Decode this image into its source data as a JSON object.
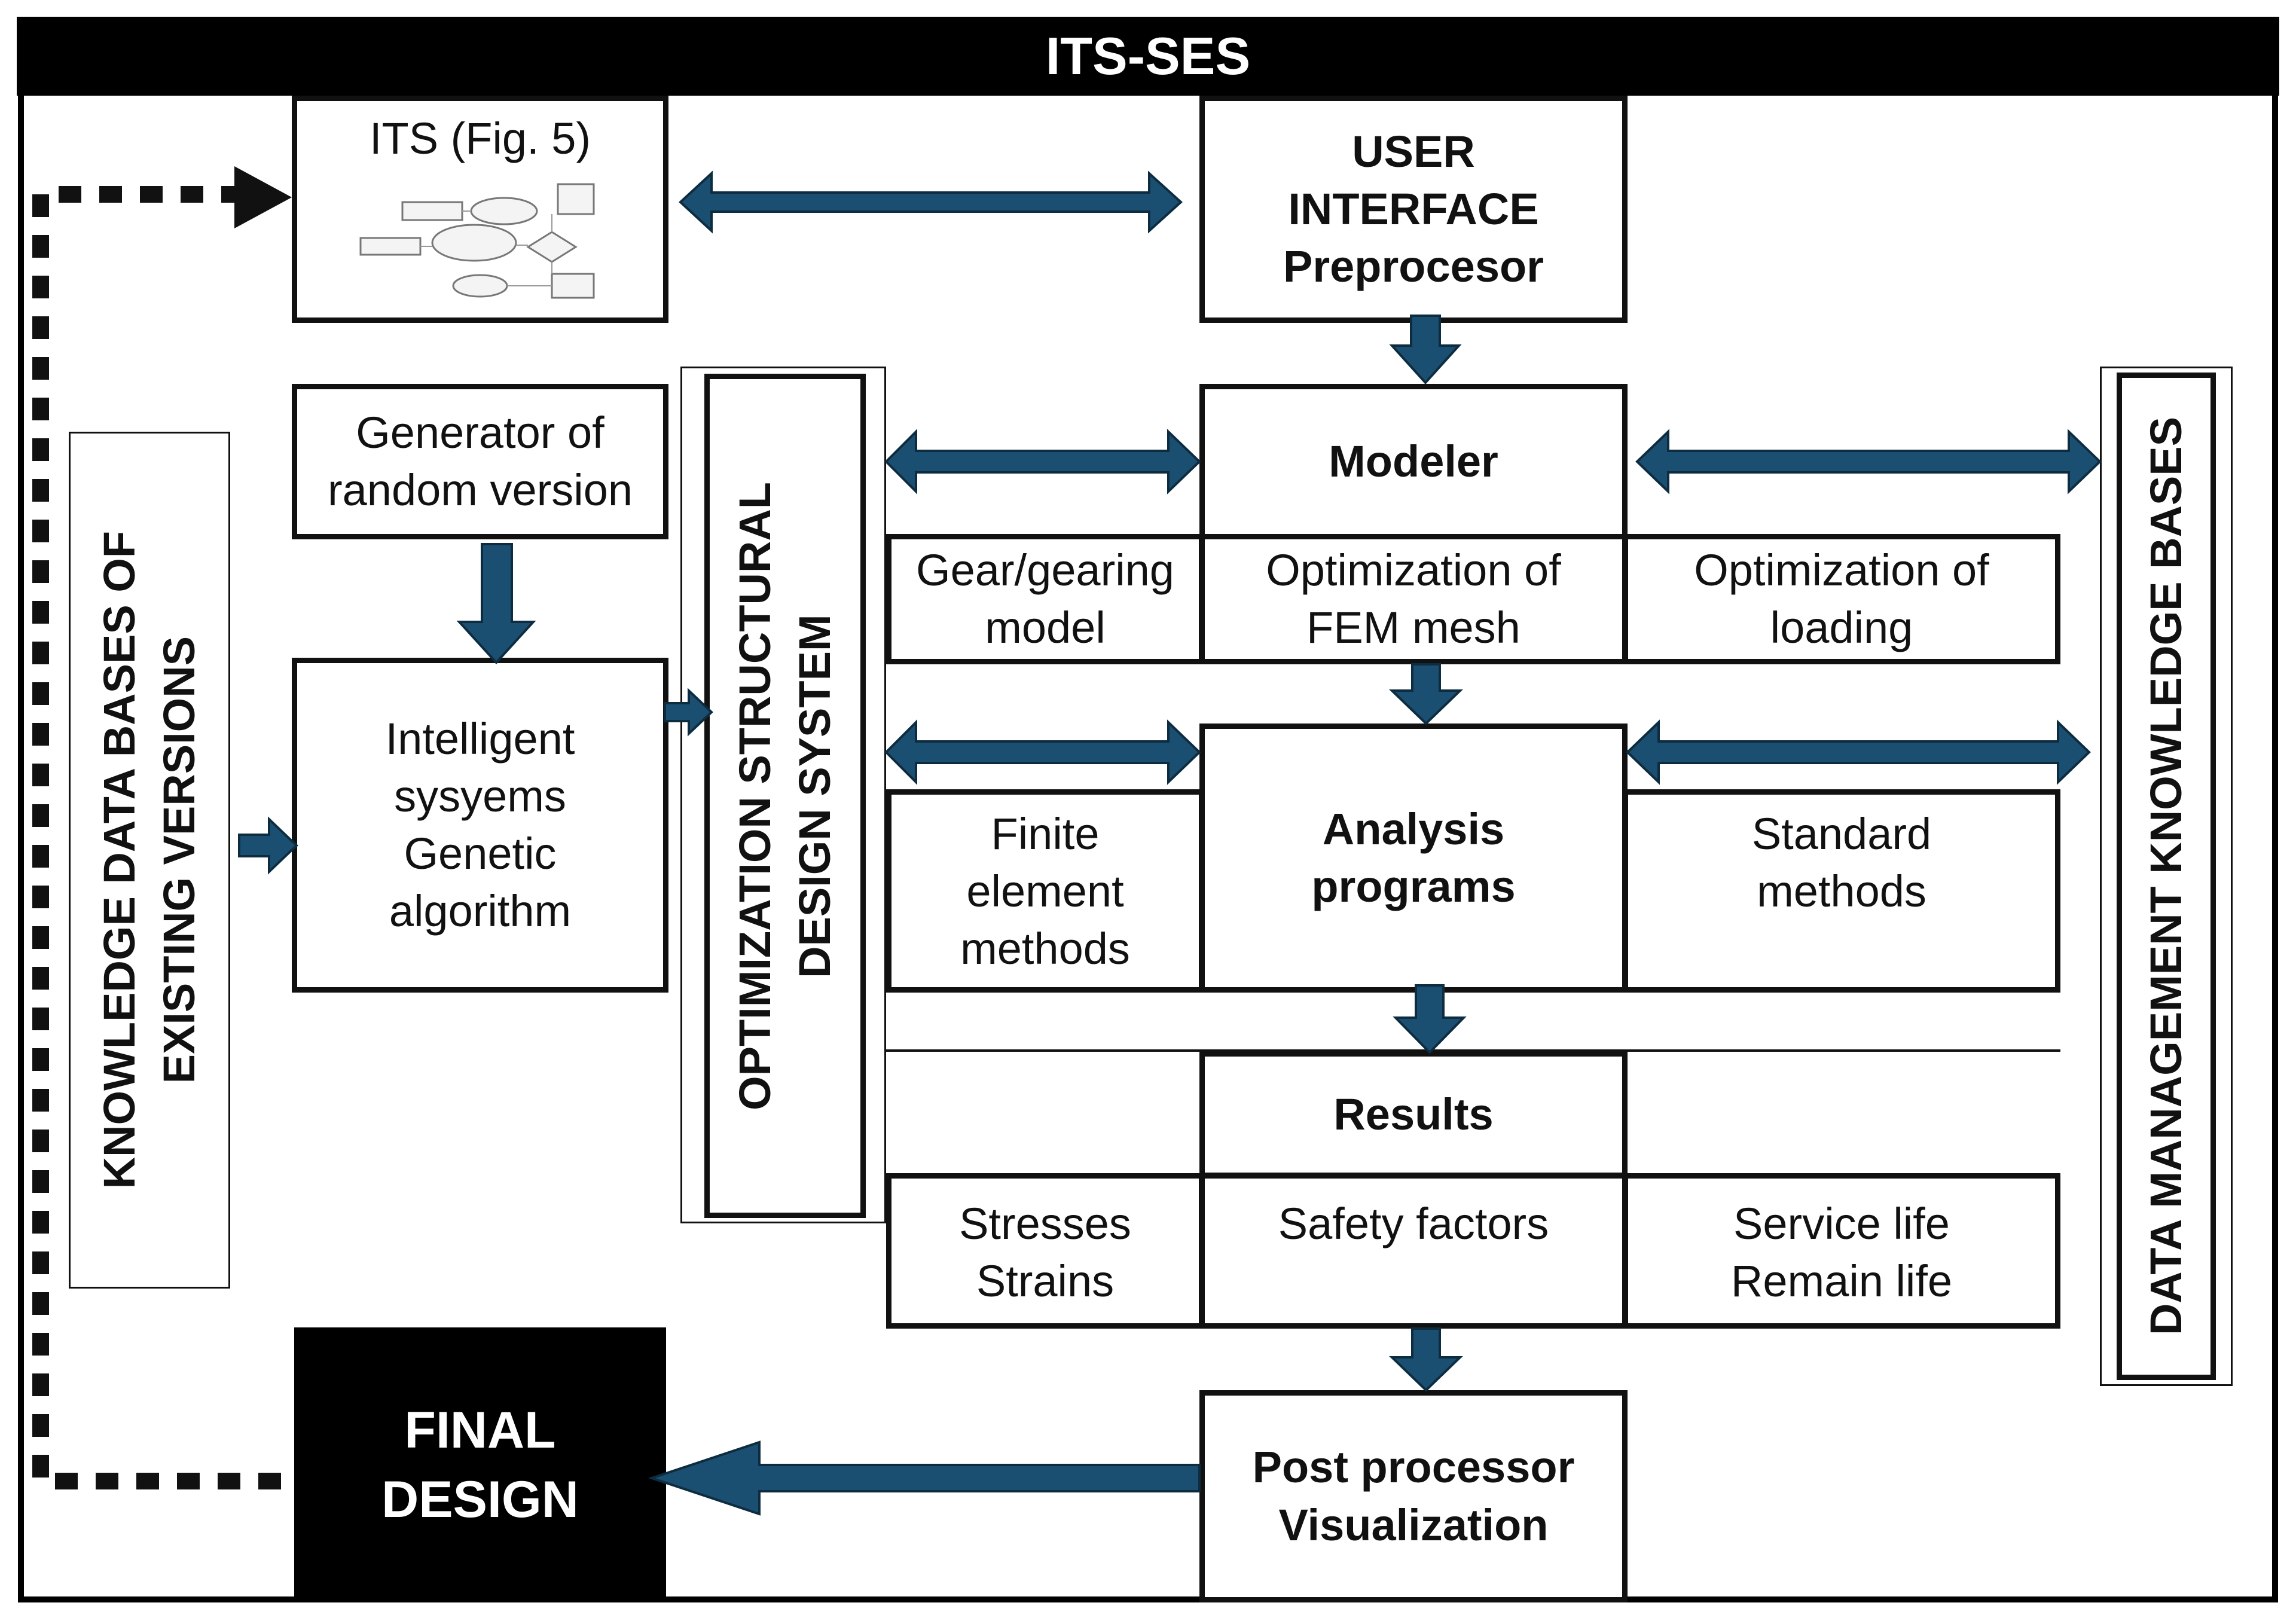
{
  "title": "ITS-SES",
  "accent_color": "#1b4f72",
  "boxes": {
    "its": "ITS (Fig. 5)",
    "user_interface": "USER\nINTERFACE\nPreprocesor",
    "generator": "Generator of\nrandom version",
    "intelligent": "Intelligent\nsysyems\nGenetic\nalgorithm",
    "modeler": "Modeler",
    "gear_model": "Gear/gearing\nmodel",
    "fem_mesh": "Optimization of\nFEM mesh",
    "loading": "Optimization of\nloading",
    "finite_element": "Finite\nelement\nmethods",
    "analysis": "Analysis\nprograms",
    "standard": "Standard\nmethods",
    "results": "Results",
    "stresses": "Stresses\nStrains",
    "safety": "Safety factors",
    "service_life": "Service life\nRemain life",
    "post_processor": "Post processor\nVisualization",
    "final_design": "FINAL\nDESIGN"
  },
  "vertical_labels": {
    "knowledge_db": "KNOWLEDGE DATA BASES OF\nEXISTING VERSIONS",
    "optimization": "OPTIMIZATION STRUCTURAL\nDESIGN SYSTEM",
    "data_management": "DATA MANAGEMENT KNOWLEDGE BASES"
  },
  "thumbnail_icon": "flowchart-thumbnail"
}
